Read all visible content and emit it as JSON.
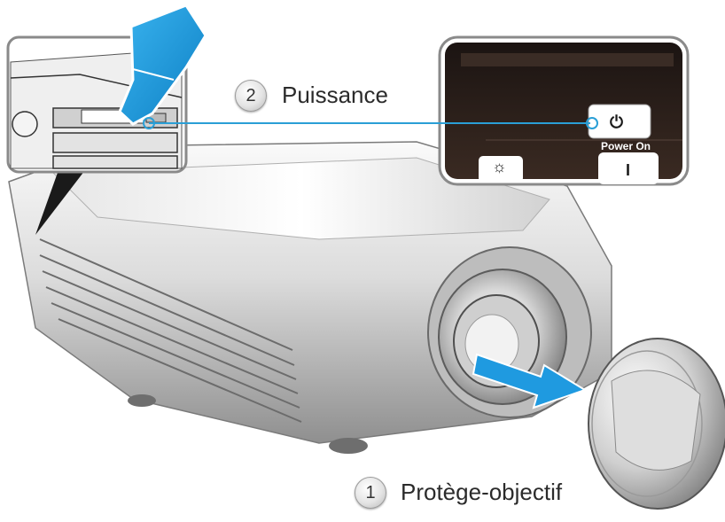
{
  "callouts": [
    {
      "number": "1",
      "text": "Protège-objectif"
    },
    {
      "number": "2",
      "text": "Puissance"
    }
  ],
  "panel": {
    "power_on_label": "Power On",
    "power_symbol": "⏻",
    "power_on_symbol": "I",
    "brightness_symbol": "☼"
  },
  "colors": {
    "callout_line": "#2a9fd6",
    "arrow": "#1f9ae0",
    "panel_bg": "#2a1f1a",
    "inset_border": "#8a8a8a"
  }
}
